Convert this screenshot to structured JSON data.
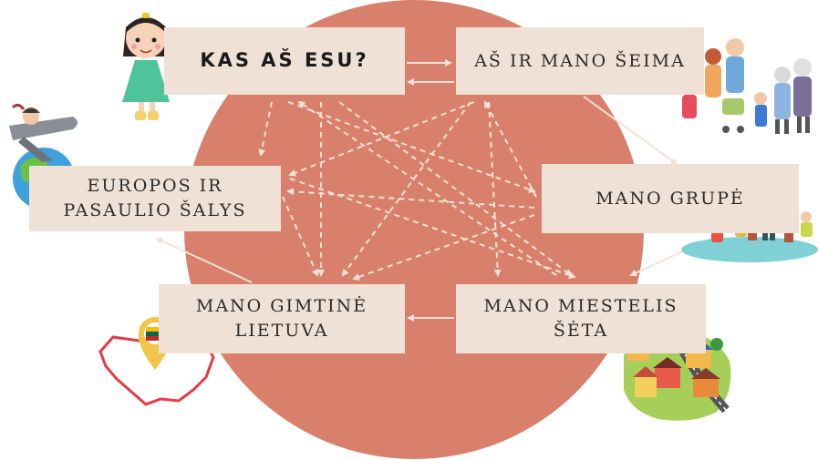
{
  "colors": {
    "circle": "#d9806c",
    "box": "#efe1d6",
    "arrow": "#f4e2d8",
    "text": "#2b2b2b"
  },
  "nodes": {
    "kas_as_esu": {
      "line1": "KAS AŠ ESU?"
    },
    "as_ir_mano_seima": {
      "line1": "AŠ IR MANO ŠEIMA"
    },
    "europos": {
      "line1": "EUROPOS IR",
      "line2": "PASAULIO ŠALYS"
    },
    "mano_grupe": {
      "line1": "MANO GRUPĖ"
    },
    "gimtine": {
      "line1": "MANO GIMTINĖ",
      "line2": "LIETUVA"
    },
    "miestelis": {
      "line1": "MANO MIESTELIS",
      "line2": "ŠĖTA"
    }
  },
  "icons": [
    "girl-icon",
    "family-icon",
    "pilot-globe-icon",
    "kids-gardening-icon",
    "lithuania-map-pin-icon",
    "town-map-icon"
  ]
}
